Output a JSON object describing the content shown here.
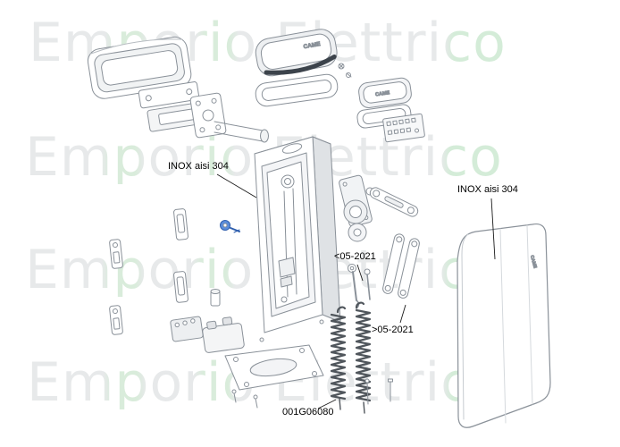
{
  "watermark": {
    "text": "Emporio Elettrico"
  },
  "labels": {
    "inox_left": "INOX aisi 304",
    "inox_right": "INOX aisi 304",
    "before_date": "<05-2021",
    "after_date": ">05-2021",
    "part_code": "001G06080"
  },
  "logos": {
    "came": "CAME"
  },
  "colors": {
    "line": "#8a9199",
    "leader": "#1a1a1a",
    "watermark_gray": "#e7e9ea",
    "watermark_green": "#d9ecdb",
    "accent_blue": "#5b8ddb",
    "dark_band": "#3c434b",
    "spring": "#50565c"
  }
}
